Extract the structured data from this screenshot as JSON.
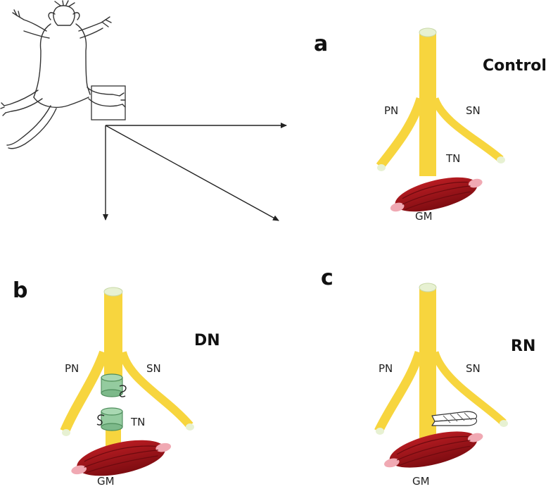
{
  "colors": {
    "nerve": "#F7D53E",
    "nerve_edge": "#D8B51E",
    "nerve_cut": "#E7F1D2",
    "muscle": "#A4141B",
    "muscle_dark": "#6E0A0F",
    "muscle_tendon": "#F0A9B3",
    "conduit": "#8FC99A",
    "conduit_edge": "#4E8D5C",
    "arrow": "#222222"
  },
  "panels": {
    "a": {
      "letter": "a",
      "condition": "Control",
      "labels": {
        "pn": "PN",
        "sn": "SN",
        "tn": "TN",
        "gm": "GM"
      }
    },
    "b": {
      "letter": "b",
      "condition": "DN",
      "labels": {
        "pn": "PN",
        "sn": "SN",
        "tn": "TN",
        "gm": "GM"
      }
    },
    "c": {
      "letter": "c",
      "condition": "RN",
      "labels": {
        "pn": "PN",
        "sn": "SN",
        "gm": "GM"
      }
    }
  },
  "icons": {
    "rat": "rat-outline-icon",
    "conduit": "nerve-conduit-icon",
    "suture": "suture-icon",
    "forceps": "forceps-icon"
  }
}
